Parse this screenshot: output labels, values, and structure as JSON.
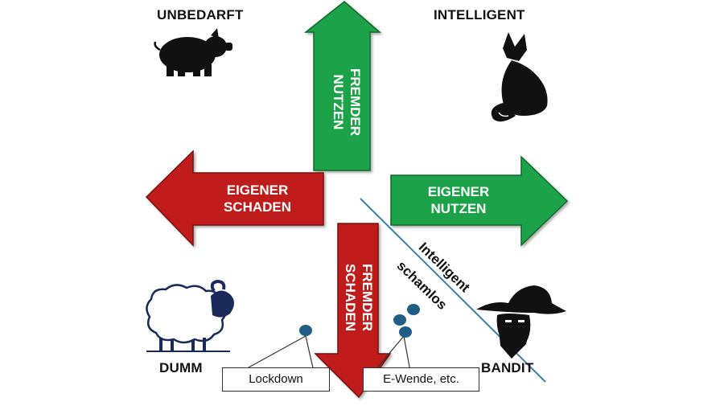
{
  "corners": {
    "top_left": "UNBEDARFT",
    "top_right": "INTELLIGENT",
    "bottom_left": "DUMM",
    "bottom_right": "BANDIT"
  },
  "arrows": {
    "up": {
      "line1": "FREMDER",
      "line2": "NUTZEN",
      "color": "#1fa34a"
    },
    "right": {
      "line1": "EIGENER",
      "line2": "NUTZEN",
      "color": "#1fa34a"
    },
    "left": {
      "line1": "EIGENER",
      "line2": "SCHADEN",
      "color": "#c01d1d"
    },
    "down": {
      "line1": "FREMDER",
      "line2": "SCHADEN",
      "color": "#c01d1d"
    }
  },
  "diagonal": {
    "line1": "Intelligent",
    "line2": "schamlos"
  },
  "callouts": {
    "left": "Lockdown",
    "right": "E-Wende, etc."
  },
  "colors": {
    "marker": "#1f5f86",
    "diagonal_line": "#3a7fa8"
  },
  "icons": [
    "pig-icon",
    "fox-icon",
    "sheep-icon",
    "bandit-icon"
  ]
}
